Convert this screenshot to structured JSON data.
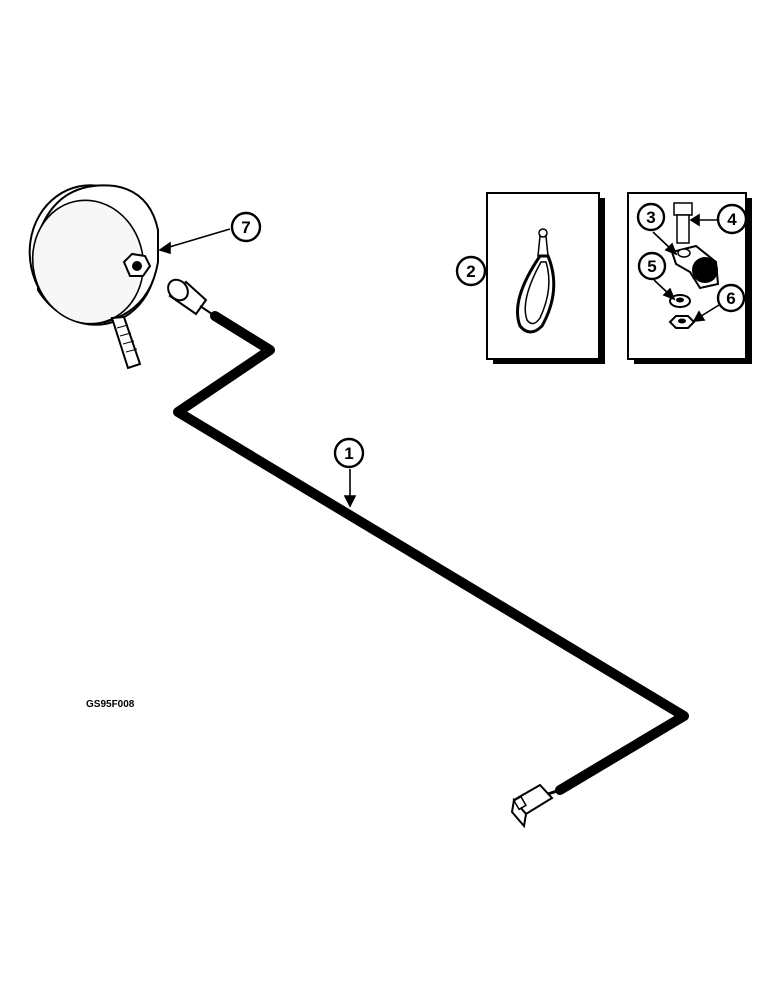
{
  "figure_id": "GS95F008",
  "callouts": {
    "c1": "1",
    "c2": "2",
    "c3": "3",
    "c4": "4",
    "c5": "5",
    "c6": "6",
    "c7": "7"
  },
  "colors": {
    "ink": "#000000",
    "paper": "#ffffff",
    "inset_shadow": "#000000"
  }
}
